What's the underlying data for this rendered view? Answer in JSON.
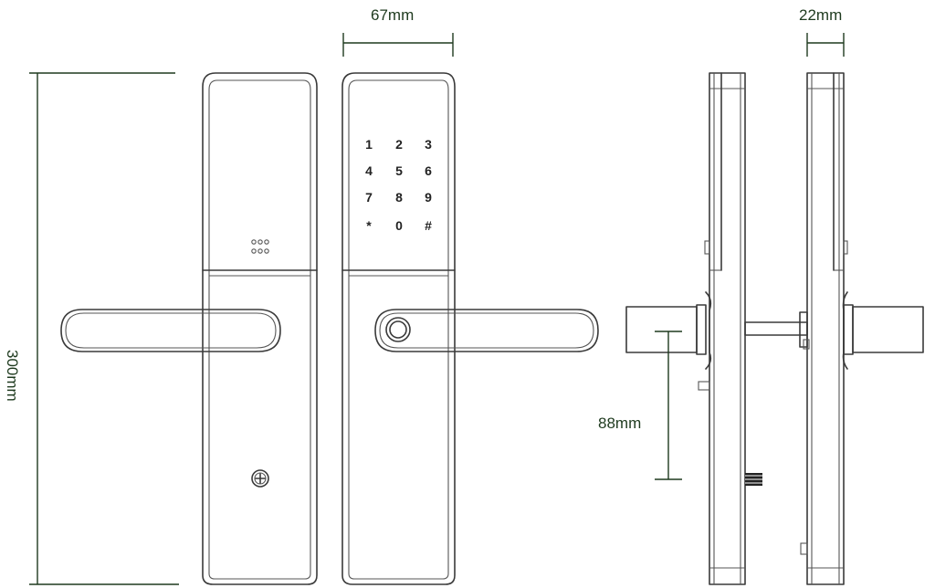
{
  "dimensions": {
    "height_label": "300mm",
    "width_label": "67mm",
    "depth_label": "22mm",
    "handle_offset_label": "88mm"
  },
  "keypad": {
    "keys": [
      "1",
      "2",
      "3",
      "4",
      "5",
      "6",
      "7",
      "8",
      "9",
      "*",
      "0",
      "#"
    ]
  },
  "icons": {
    "fingerprint": "fingerprint-sensor-icon",
    "screw": "cross-screw-icon",
    "speaker": "speaker-holes-icon"
  }
}
